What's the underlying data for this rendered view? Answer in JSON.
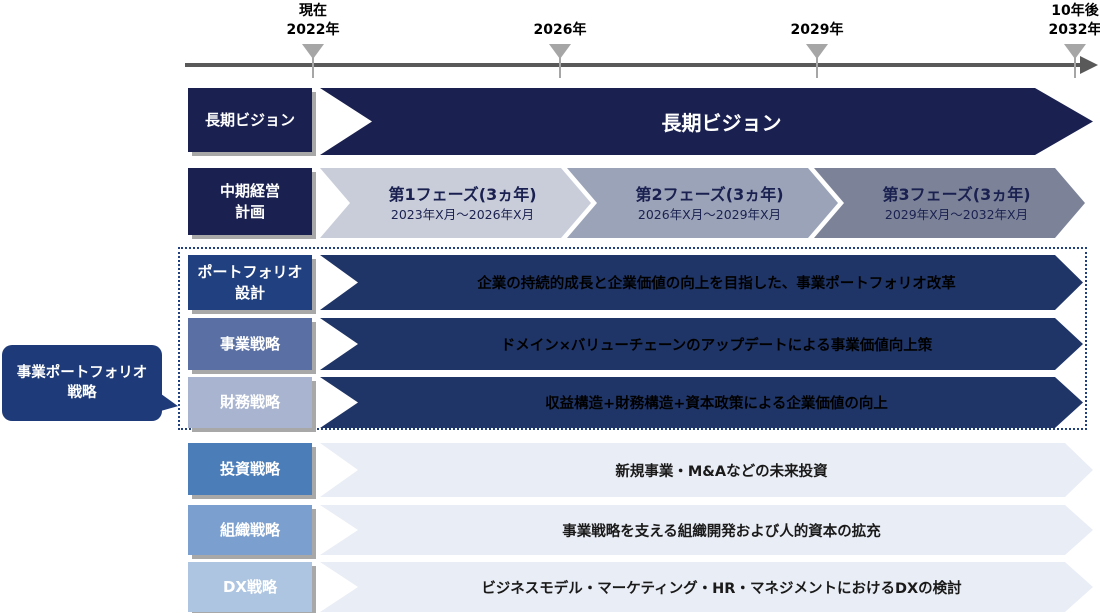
{
  "colors": {
    "navy_dark": "#1a2150",
    "navy_arrow": "#1f3568",
    "navy_callout": "#1e3a78",
    "portfolio_label": "#21407f",
    "business_label": "#5a70a4",
    "finance_label": "#a9b5d0",
    "invest_label": "#4b7db8",
    "org_label": "#7ba0cf",
    "dx_label": "#aec5e1",
    "phase1": "#c9cdd9",
    "phase2": "#9ba3b8",
    "phase3": "#7c8399",
    "light_arrow": "#e9edf5",
    "timeline": "#595959",
    "marker": "#a6a6a6"
  },
  "timeline": {
    "markers": [
      {
        "label": "現在\n2022年"
      },
      {
        "label": "2026年"
      },
      {
        "label": "2029年"
      },
      {
        "label": "10年後\n2032年"
      }
    ]
  },
  "rows": [
    {
      "label": "長期ビジョン",
      "content": "長期ビジョン"
    },
    {
      "label": "中期経営\n計画",
      "phases": [
        {
          "title": "第1フェーズ(3ヵ年)",
          "period": "2023年X月〜2026年X月"
        },
        {
          "title": "第2フェーズ(3ヵ年)",
          "period": "2026年X月〜2029年X月"
        },
        {
          "title": "第3フェーズ(3ヵ年)",
          "period": "2029年X月〜2032年X月"
        }
      ]
    },
    {
      "label": "ポートフォリオ\n設計",
      "content": "企業の持続的成長と企業価値の向上を目指した、事業ポートフォリオ改革"
    },
    {
      "label": "事業戦略",
      "content": "ドメイン×バリューチェーンのアップデートによる事業価値向上策"
    },
    {
      "label": "財務戦略",
      "content": "収益構造+財務構造+資本政策による企業価値の向上"
    },
    {
      "label": "投資戦略",
      "content": "新規事業・M&Aなどの未来投資"
    },
    {
      "label": "組織戦略",
      "content": "事業戦略を支える組織開発および人的資本の拡充"
    },
    {
      "label": "DX戦略",
      "content": "ビジネスモデル・マーケティング・HR・マネジメントにおけるDXの検討"
    }
  ],
  "callout": {
    "label": "事業ポートフォリオ\n戦略"
  }
}
